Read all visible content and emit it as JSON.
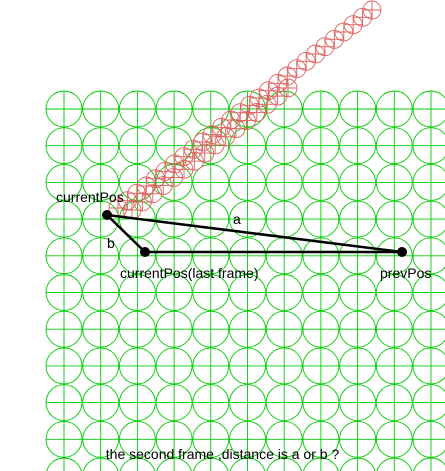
{
  "colors": {
    "grid": "#00cc00",
    "trail": "#e06060",
    "line": "#000000"
  },
  "labels": {
    "current_pos": "currentPos",
    "current_pos_last": "currentPos(last frame)",
    "prev_pos": "prevPos",
    "a": "a",
    "b": "b"
  },
  "caption": "the second frame ,distance is a or b ?"
}
